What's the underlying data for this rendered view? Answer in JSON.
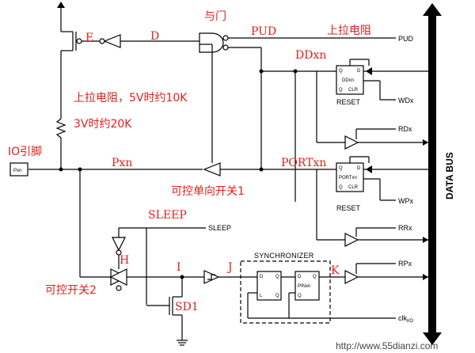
{
  "labels": {
    "and_gate": "与门",
    "pud_red": "PUD",
    "pullup_cn": "上拉电阻",
    "pud_black": "PUD",
    "ddxn_red": "DDxn",
    "e": "E",
    "d": "D",
    "pullup_5v": "上拉电阻，5V时约10K",
    "pullup_3v": "3V时约20K",
    "io_pin": "IO引脚",
    "pxn_box": "Pxn",
    "pxn_red": "Pxn",
    "portxn_red": "PORTxn",
    "switch1": "可控单向开关1",
    "sleep_red": "SLEEP",
    "sleep_black": "SLEEP",
    "h": "H",
    "switch2": "可控开关2",
    "i": "I",
    "j": "J",
    "k": "K",
    "sd1": "SD1",
    "synchronizer": "SYNCHRONIZER",
    "wdx": "WDx",
    "rdx": "RDx",
    "wpx": "WPx",
    "rrx": "RRx",
    "rpx": "RPx",
    "clk": "clk",
    "clk_sub": "I/O",
    "data_bus": "DATA BUS",
    "reset1": "RESET",
    "reset2": "RESET",
    "ff_ddxn": "DDxn",
    "ff_portxn": "PORTxn",
    "ff_pinxn": "PINxn",
    "ff_q": "Q",
    "ff_d": "D",
    "ff_qbar": "Q",
    "ff_clr": "CLR",
    "ff_l": "L",
    "watermark": "http://www.55dianzi.com"
  },
  "colors": {
    "annotation": "#e0201b",
    "lines": "#000000",
    "background": "#ffffff"
  }
}
